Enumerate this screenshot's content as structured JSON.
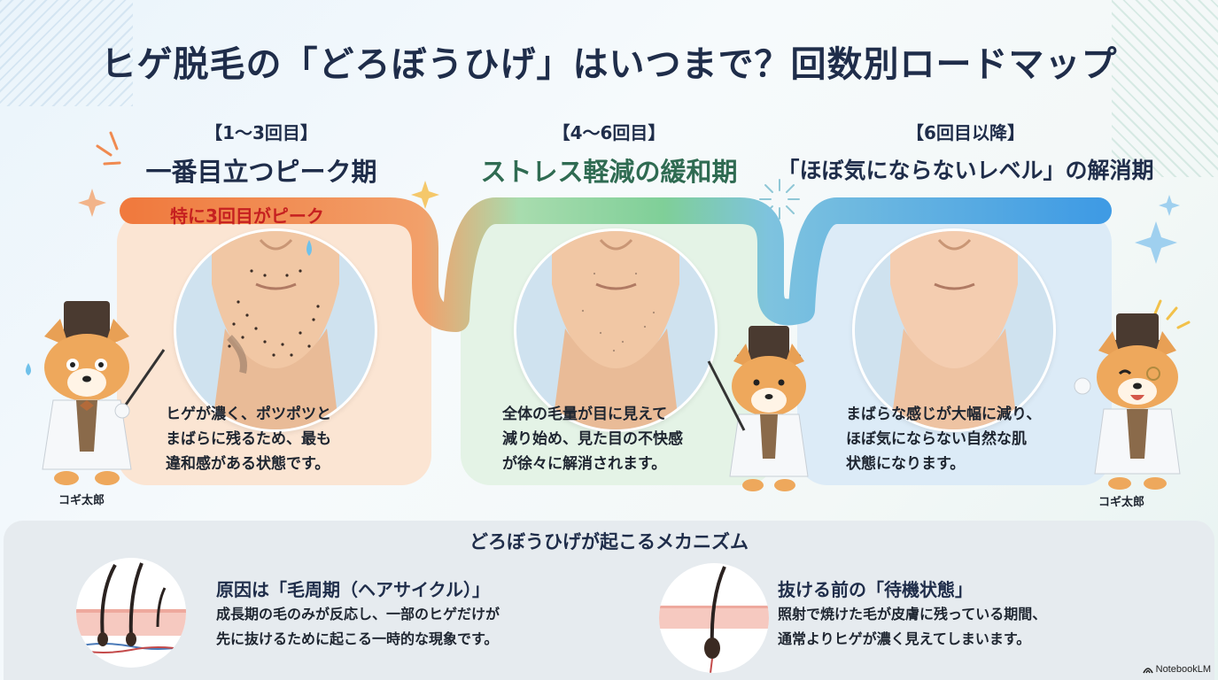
{
  "title": "ヒゲ脱毛の「どろぼうひげ」はいつまで？回数別ロードマップ",
  "phases": [
    {
      "range": "【1〜3回目】",
      "name": "一番目立つピーク期",
      "tag": "特に3回目がピーク",
      "lines": [
        "ヒゲが濃く、ポツポツと",
        "まばらに残るため、最も",
        "違和感がある状態です。"
      ],
      "color": "#f07a3e",
      "name_color": "#1f2d4a"
    },
    {
      "range": "【4〜6回目】",
      "name": "ストレス軽減の緩和期",
      "lines": [
        "全体の毛量が目に見えて",
        "減り始め、見た目の不快感",
        "が徐々に解消されます。"
      ],
      "color": "#7fcf98",
      "name_color": "#2f6b52"
    },
    {
      "range": "【6回目以降】",
      "name": "「ほぼ気にならないレベル」の解消期",
      "lines": [
        "まばらな感じが大幅に減り、",
        "ほぼ気にならない自然な肌",
        "状態になります。"
      ],
      "color": "#4aa3e6",
      "name_color": "#1f2d4a"
    }
  ],
  "mascot": {
    "label_left": "コギ太郎",
    "label_right": "コギ太郎"
  },
  "mechanism": {
    "title": "どろぼうひげが起こるメカニズム",
    "items": [
      {
        "head": "原因は「毛周期（ヘアサイクル）」",
        "lines": [
          "成長期の毛のみが反応し、一部のヒゲだけが",
          "先に抜けるために起こる一時的な現象です。"
        ]
      },
      {
        "head": "抜ける前の「待機状態」",
        "lines": [
          "照射で焼けた毛が皮膚に残っている期間、",
          "通常よりヒゲが濃く見えてしまいます。"
        ]
      }
    ]
  },
  "brand": "NotebookLM",
  "icons": [
    "sparkle-icon",
    "sweat-drop-icon",
    "notebooklm-logo-icon"
  ]
}
